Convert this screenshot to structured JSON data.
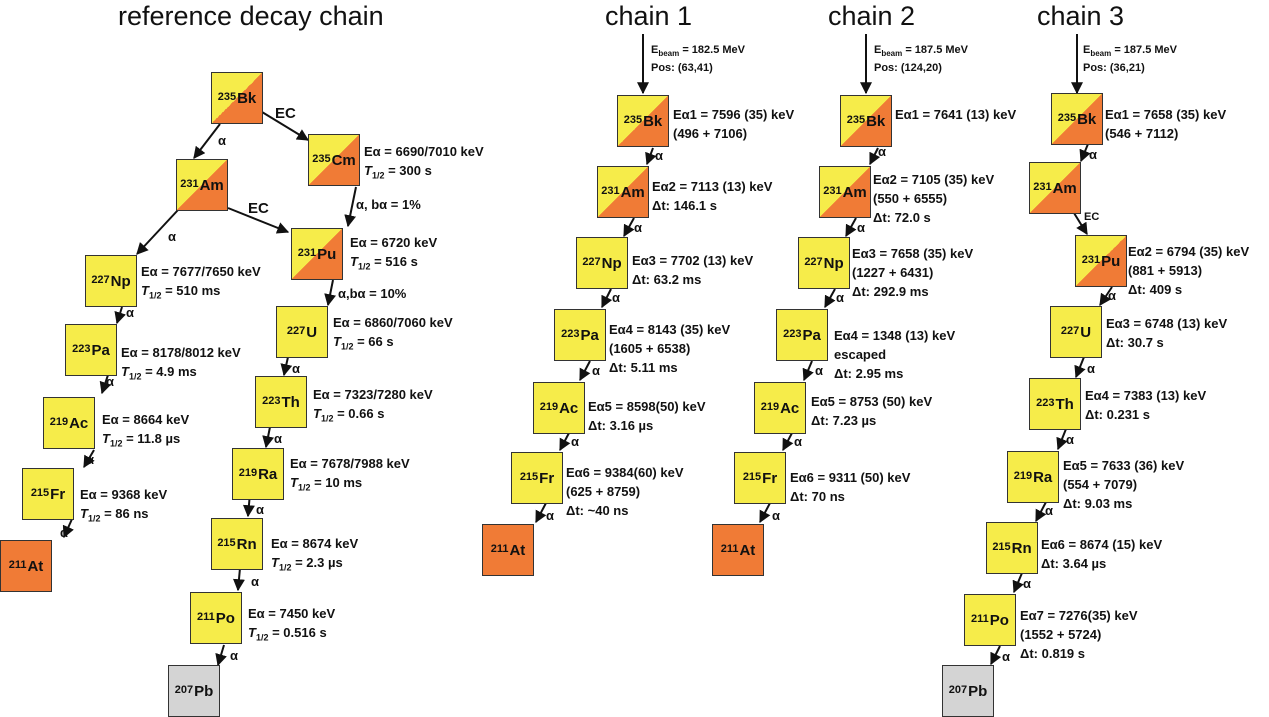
{
  "titles": {
    "reference": "reference decay chain",
    "chain1": "chain 1",
    "chain2": "chain 2",
    "chain3": "chain 3"
  },
  "reference": {
    "bk235": {
      "mass": "235",
      "el": "Bk"
    },
    "cm235": {
      "mass": "235",
      "el": "Cm",
      "e": "= 6690/7010 keV",
      "t": "= 300 s"
    },
    "am231": {
      "mass": "231",
      "el": "Am"
    },
    "pu231": {
      "mass": "231",
      "el": "Pu",
      "e": "= 6720 keV",
      "t": "= 516 s"
    },
    "np227": {
      "mass": "227",
      "el": "Np",
      "e": "= 7677/7650 keV",
      "t": "= 510 ms"
    },
    "u227": {
      "mass": "227",
      "el": "U",
      "e": "= 6860/7060 keV",
      "t": "= 66 s"
    },
    "pa223": {
      "mass": "223",
      "el": "Pa",
      "e": "= 8178/8012 keV",
      "t": "= 4.9 ms"
    },
    "th223": {
      "mass": "223",
      "el": "Th",
      "e": "= 7323/7280 keV",
      "t": "= 0.66 s"
    },
    "ac219": {
      "mass": "219",
      "el": "Ac",
      "e": "= 8664 keV",
      "t": "= 11.8 µs"
    },
    "ra219": {
      "mass": "219",
      "el": "Ra",
      "e": "= 7678/7988 keV",
      "t": "= 10 ms"
    },
    "fr215": {
      "mass": "215",
      "el": "Fr",
      "e": "= 9368 keV",
      "t": "= 86 ns"
    },
    "rn215": {
      "mass": "215",
      "el": "Rn",
      "e": "= 8674 keV",
      "t": "= 2.3 µs"
    },
    "at211": {
      "mass": "211",
      "el": "At"
    },
    "po211": {
      "mass": "211",
      "el": "Po",
      "e": "= 7450 keV",
      "t": "= 0.516 s"
    },
    "pb207": {
      "mass": "207",
      "el": "Pb"
    },
    "labels": {
      "ec": "EC",
      "alpha": "α",
      "cm_branch": "α, bα = 1%",
      "pu_branch": "α,bα = 10%"
    }
  },
  "chain1": {
    "beam": {
      "energy": "= 182.5 MeV",
      "pos": "Pos: (63,41)"
    },
    "bk": {
      "mass": "235",
      "el": "Bk",
      "line1": "= 7596 (35) keV",
      "line2": "(496 + 7106)"
    },
    "am": {
      "mass": "231",
      "el": "Am",
      "line1": "= 7113 (13) keV",
      "line2": "146.1 s"
    },
    "np": {
      "mass": "227",
      "el": "Np",
      "line1": "= 7702 (13) keV",
      "line2": "63.2 ms"
    },
    "pa": {
      "mass": "223",
      "el": "Pa",
      "line1": "= 8143 (35) keV",
      "line2": "(1605 + 6538)",
      "line3": "5.11 ms"
    },
    "ac": {
      "mass": "219",
      "el": "Ac",
      "line1": "= 8598(50) keV",
      "line2": "3.16 µs"
    },
    "fr": {
      "mass": "215",
      "el": "Fr",
      "line1": "= 9384(60) keV",
      "line2": "(625 + 8759)",
      "line3": "~40 ns"
    },
    "at": {
      "mass": "211",
      "el": "At"
    }
  },
  "chain2": {
    "beam": {
      "energy": "= 187.5 MeV",
      "pos": "Pos: (124,20)"
    },
    "bk": {
      "mass": "235",
      "el": "Bk",
      "line1": "= 7641 (13) keV"
    },
    "am": {
      "mass": "231",
      "el": "Am",
      "line1": "= 7105 (35) keV",
      "line2": "(550 + 6555)",
      "line3": "72.0 s"
    },
    "np": {
      "mass": "227",
      "el": "Np",
      "line1": "= 7658 (35) keV",
      "line2": "(1227 + 6431)",
      "line3": "292.9 ms"
    },
    "pa": {
      "mass": "223",
      "el": "Pa",
      "line1": "= 1348 (13) keV",
      "line2": "escaped",
      "line3": "2.95 ms"
    },
    "ac": {
      "mass": "219",
      "el": "Ac",
      "line1": "= 8753 (50) keV",
      "line2": "7.23 µs"
    },
    "fr": {
      "mass": "215",
      "el": "Fr",
      "line1": "= 9311 (50) keV",
      "line2": "70 ns"
    },
    "at": {
      "mass": "211",
      "el": "At"
    }
  },
  "chain3": {
    "beam": {
      "energy": "= 187.5 MeV",
      "pos": "Pos: (36,21)"
    },
    "ec": "EC",
    "bk": {
      "mass": "235",
      "el": "Bk",
      "line1": "= 7658 (35) keV",
      "line2": "(546 + 7112)"
    },
    "am": {
      "mass": "231",
      "el": "Am"
    },
    "pu": {
      "mass": "231",
      "el": "Pu",
      "line1": "= 6794 (35) keV",
      "line2": "(881 + 5913)",
      "line3": "409 s"
    },
    "u": {
      "mass": "227",
      "el": "U",
      "line1": "= 6748 (13) keV",
      "line2": "30.7 s"
    },
    "th": {
      "mass": "223",
      "el": "Th",
      "line1": "= 7383 (13) keV",
      "line2": "0.231 s"
    },
    "ra": {
      "mass": "219",
      "el": "Ra",
      "line1": "= 7633 (36) keV",
      "line2": "(554 + 7079)",
      "line3": "9.03 ms"
    },
    "rn": {
      "mass": "215",
      "el": "Rn",
      "line1": "= 8674 (15) keV",
      "line2": "3.64 µs"
    },
    "po": {
      "mass": "211",
      "el": "Po",
      "line1": "= 7276(35) keV",
      "line2": "(1552 + 5724)",
      "line3": "0.819 s"
    },
    "pb": {
      "mass": "207",
      "el": "Pb"
    }
  },
  "colors": {
    "yellow": "#f6ec4a",
    "orange": "#f07b36",
    "gray": "#d4d4d4"
  }
}
